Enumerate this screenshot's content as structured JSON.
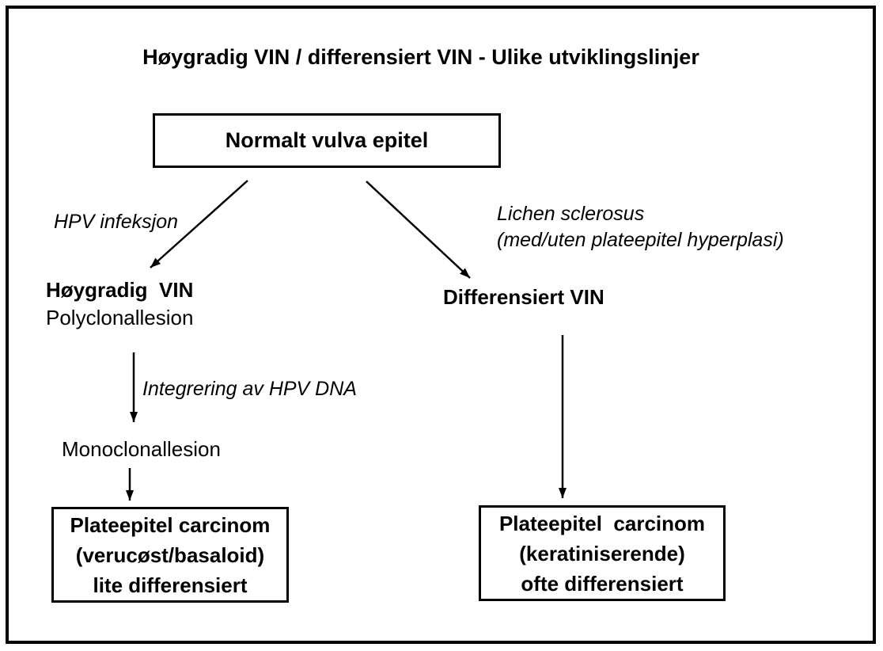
{
  "diagram": {
    "title": "Høygradig VIN / differensiert VIN - Ulike utviklingslinjer",
    "nodes": {
      "normal_epithelium": {
        "label": "Normalt vulva epitel"
      },
      "hoygradig_vin": {
        "line1": "Høygradig  VIN",
        "line2": "Polyclonallesion"
      },
      "differensiert_vin": {
        "label": "Differensiert VIN"
      },
      "monoclonal": {
        "label": "Monoclonallesion"
      },
      "carcinoma_left": {
        "lines": [
          "Plateepitel carcinom",
          "(verucøst/basaloid)",
          "lite differensiert"
        ]
      },
      "carcinoma_right": {
        "lines": [
          "Plateepitel  carcinom",
          "(keratiniserende)",
          "ofte differensiert"
        ]
      }
    },
    "edge_labels": {
      "hpv_infection": "HPV infeksjon",
      "lichen_line1": "Lichen sclerosus",
      "lichen_line2": "(med/uten plateepitel hyperplasi)",
      "hpv_integration": "Integrering av HPV DNA"
    },
    "colors": {
      "text": "#000000",
      "border": "#000000",
      "background": "#ffffff"
    }
  }
}
